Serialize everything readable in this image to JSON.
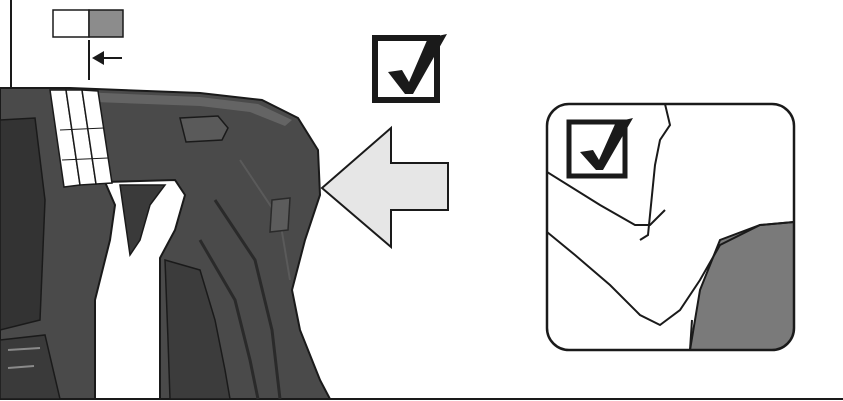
{
  "figure": {
    "type": "instruction-illustration",
    "description_icons": [
      "tool-side-view",
      "push-arrow",
      "check-icon",
      "inset-check-icon",
      "depth-gauge-icon"
    ]
  },
  "colors": {
    "tool_body": "#4a4a4a",
    "tool_dark": "#333333",
    "tool_highlight": "#6a6a6a",
    "arrow_fill": "#e6e6e6",
    "gauge_fill": "#8c8c8c",
    "sleeve_fill": "#7a7a7a",
    "line": "#1a1a1a"
  }
}
